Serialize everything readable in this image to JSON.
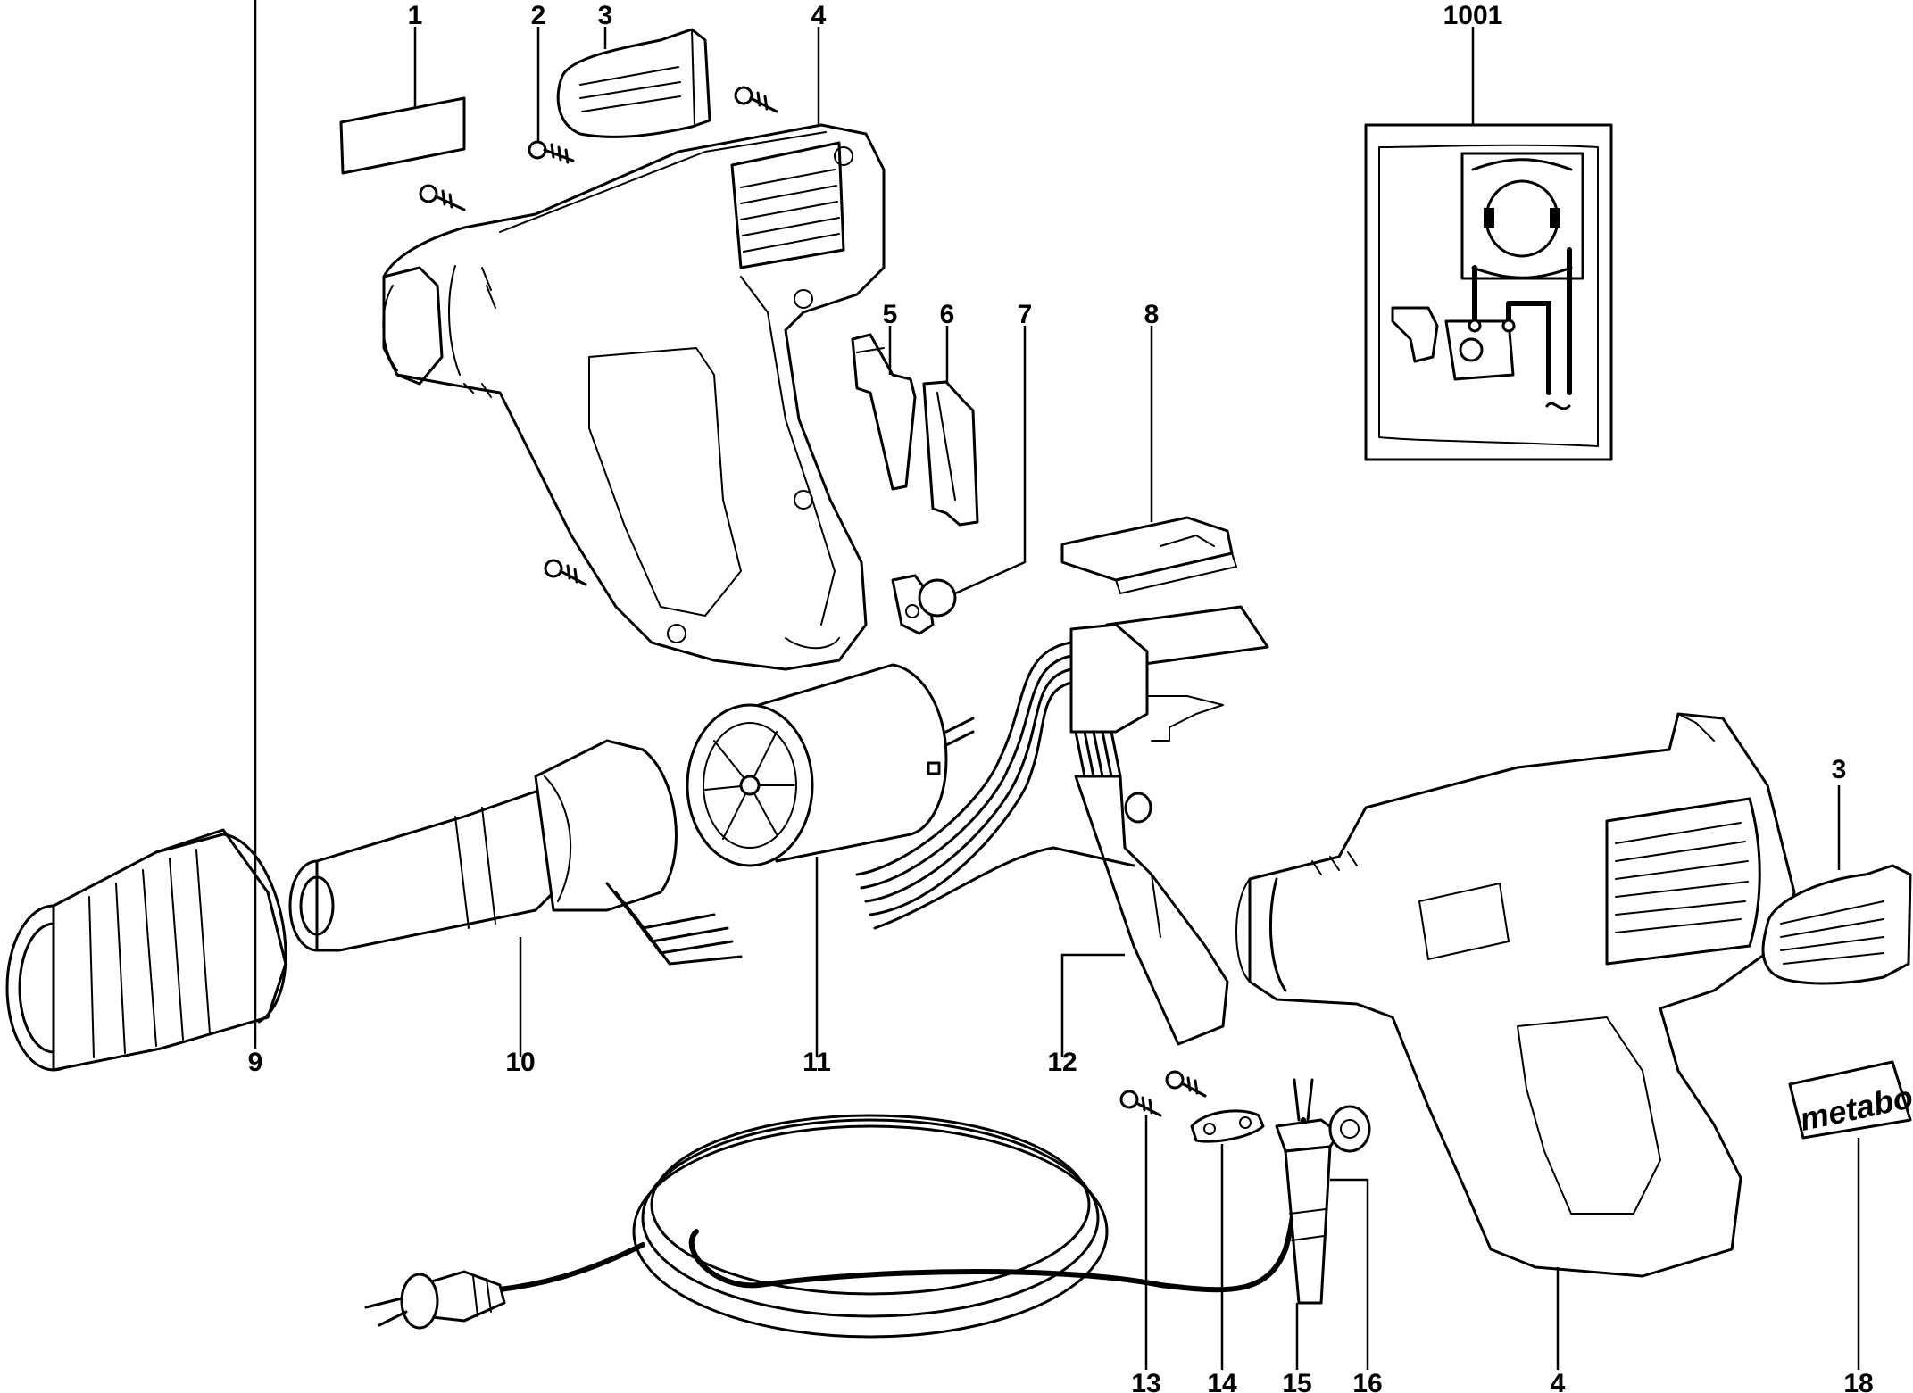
{
  "parts": [
    {
      "id": "p1",
      "label": "1"
    },
    {
      "id": "p2",
      "label": "2"
    },
    {
      "id": "p3a",
      "label": "3"
    },
    {
      "id": "p4a",
      "label": "4"
    },
    {
      "id": "p5",
      "label": "5"
    },
    {
      "id": "p6",
      "label": "6"
    },
    {
      "id": "p7",
      "label": "7"
    },
    {
      "id": "p8",
      "label": "8"
    },
    {
      "id": "p9",
      "label": "9"
    },
    {
      "id": "p10",
      "label": "10"
    },
    {
      "id": "p11",
      "label": "11"
    },
    {
      "id": "p12",
      "label": "12"
    },
    {
      "id": "p13",
      "label": "13"
    },
    {
      "id": "p14",
      "label": "14"
    },
    {
      "id": "p15",
      "label": "15"
    },
    {
      "id": "p16",
      "label": "16"
    },
    {
      "id": "p4b",
      "label": "4"
    },
    {
      "id": "p18",
      "label": "18"
    },
    {
      "id": "p3b",
      "label": "3"
    },
    {
      "id": "p1001",
      "label": "1001"
    }
  ],
  "brand_plate": {
    "text": "metabo"
  }
}
